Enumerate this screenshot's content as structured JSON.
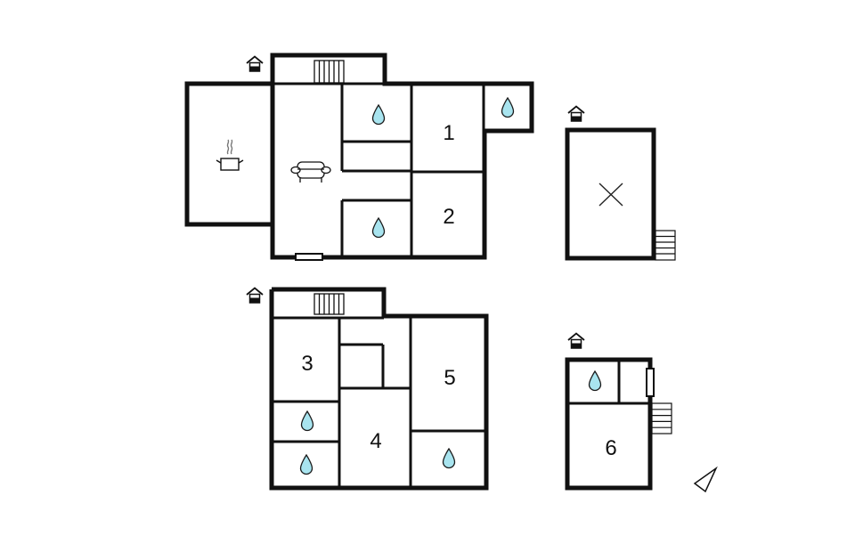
{
  "diagram": {
    "type": "floor-plan",
    "colors": {
      "wall": "#111111",
      "background": "#ffffff",
      "water_drop_fill": "#a8e4ef",
      "water_drop_stroke": "#1a1a1a"
    },
    "buildings": [
      {
        "id": "main-ground-floor",
        "entrance_icon": "house-entrance-icon",
        "rooms": [
          {
            "name": "kitchen",
            "icon": "cooking-pot-icon"
          },
          {
            "name": "living-room",
            "icon": "armchair-icon"
          },
          {
            "name": "bathroom-upper",
            "icon": "water-drop-icon"
          },
          {
            "name": "bathroom-lower",
            "icon": "water-drop-icon"
          },
          {
            "name": "bathroom-annex",
            "icon": "water-drop-icon"
          },
          {
            "name": "bedroom-1",
            "label": "1"
          },
          {
            "name": "bedroom-2",
            "label": "2"
          },
          {
            "name": "stairs",
            "icon": "staircase-icon"
          }
        ]
      },
      {
        "id": "outbuilding",
        "entrance_icon": "house-entrance-icon",
        "rooms": [
          {
            "name": "storage",
            "icon": "cross-icon"
          },
          {
            "name": "outside-steps",
            "icon": "steps-icon"
          }
        ]
      },
      {
        "id": "main-upper-floor",
        "entrance_icon": "house-entrance-icon",
        "rooms": [
          {
            "name": "stairs",
            "icon": "staircase-icon"
          },
          {
            "name": "bedroom-3",
            "label": "3"
          },
          {
            "name": "bedroom-4",
            "label": "4"
          },
          {
            "name": "bedroom-5",
            "label": "5"
          },
          {
            "name": "bathroom-a",
            "icon": "water-drop-icon"
          },
          {
            "name": "bathroom-b",
            "icon": "water-drop-icon"
          },
          {
            "name": "bathroom-c",
            "icon": "water-drop-icon"
          }
        ]
      },
      {
        "id": "annex",
        "entrance_icon": "house-entrance-icon",
        "rooms": [
          {
            "name": "bathroom",
            "icon": "water-drop-icon"
          },
          {
            "name": "bedroom-6",
            "label": "6"
          },
          {
            "name": "outside-steps",
            "icon": "steps-icon"
          }
        ]
      }
    ],
    "labels": {
      "room1": "1",
      "room2": "2",
      "room3": "3",
      "room4": "4",
      "room5": "5",
      "room6": "6"
    },
    "compass_icon": "north-arrow-icon"
  }
}
